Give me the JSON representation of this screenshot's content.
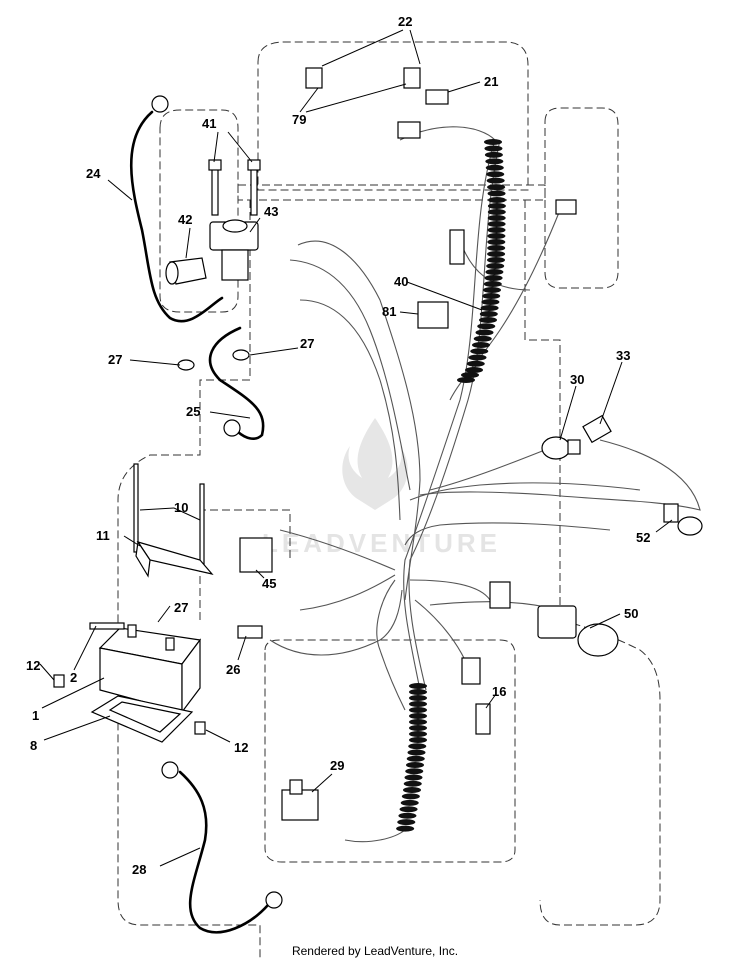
{
  "watermark": {
    "text": "LEADVENTURE",
    "icon": "flame-logo-icon"
  },
  "footer": {
    "text": "Rendered by LeadVenture, Inc."
  },
  "callouts": [
    {
      "label": "1"
    },
    {
      "label": "2"
    },
    {
      "label": "8"
    },
    {
      "label": "10"
    },
    {
      "label": "11"
    },
    {
      "label": "12"
    },
    {
      "label": "12"
    },
    {
      "label": "16"
    },
    {
      "label": "21"
    },
    {
      "label": "22"
    },
    {
      "label": "24"
    },
    {
      "label": "25"
    },
    {
      "label": "26"
    },
    {
      "label": "27"
    },
    {
      "label": "27"
    },
    {
      "label": "27"
    },
    {
      "label": "28"
    },
    {
      "label": "29"
    },
    {
      "label": "30"
    },
    {
      "label": "33"
    },
    {
      "label": "40"
    },
    {
      "label": "41"
    },
    {
      "label": "42"
    },
    {
      "label": "43"
    },
    {
      "label": "45"
    },
    {
      "label": "50"
    },
    {
      "label": "52"
    },
    {
      "label": "79"
    },
    {
      "label": "81"
    }
  ]
}
